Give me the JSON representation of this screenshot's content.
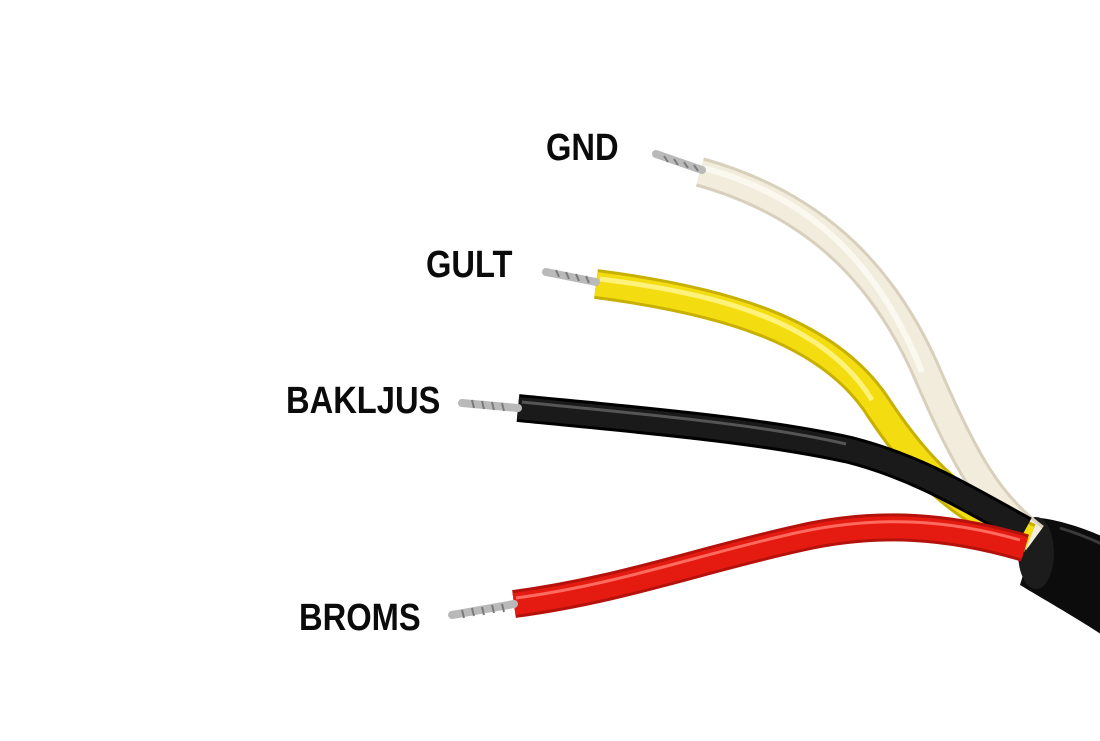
{
  "photo": {
    "background_color": "#ffffff",
    "wires": [
      {
        "id": "gnd",
        "label": "GND",
        "insulation_color": "#efe8d6"
      },
      {
        "id": "gult",
        "label": "GULT",
        "insulation_color": "#f3dc10"
      },
      {
        "id": "bakljus",
        "label": "BAKLJUS",
        "insulation_color": "#151515"
      },
      {
        "id": "broms",
        "label": "BROMS",
        "insulation_color": "#e51b12"
      }
    ],
    "cable_jacket_color": "#0c0c0c",
    "conductor_color": "#b9b9b9"
  }
}
